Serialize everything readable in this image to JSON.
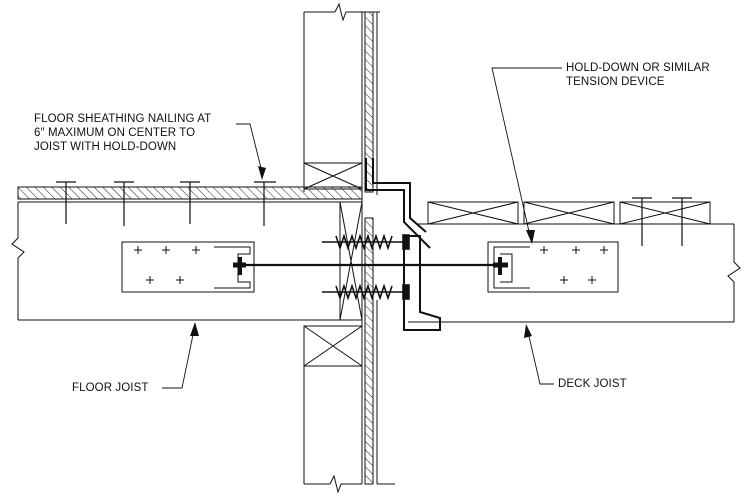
{
  "labels": {
    "sheathing_nailing": [
      "FLOOR SHEATHING NAILING AT",
      "6″ MAXIMUM ON CENTER TO",
      "JOIST WITH HOLD-DOWN"
    ],
    "hold_down": [
      "HOLD-DOWN OR SIMILAR",
      "TENSION DEVICE"
    ],
    "floor_joist": "FLOOR JOIST",
    "deck_joist": "DECK JOIST"
  }
}
